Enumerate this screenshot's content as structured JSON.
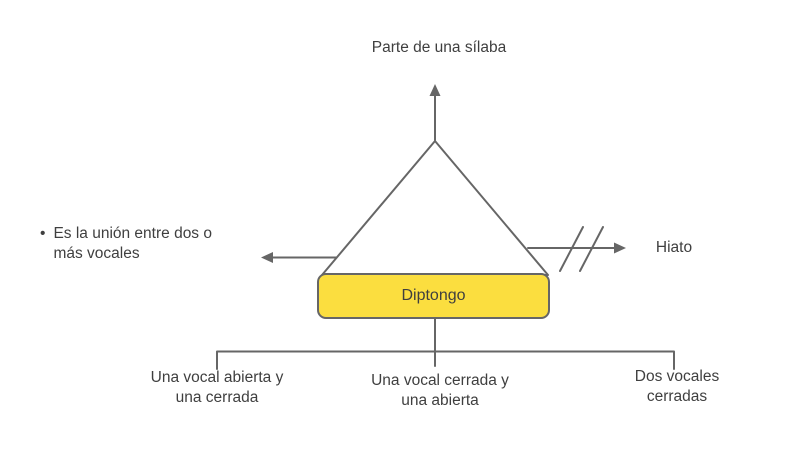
{
  "colors": {
    "line": "#666666",
    "box_fill": "#FBDE3F",
    "box_stroke": "#595959",
    "text": "#3F3F3F",
    "background": "#FFFFFF"
  },
  "diagram": {
    "top_label": "Parte de una síla­ba",
    "left_note": {
      "bullet": "•",
      "text": "Es la unión entre dos o\nmás vocales"
    },
    "right_label": "Hiato",
    "center_label": "Diptongo",
    "branches": [
      {
        "label": "Una vocal abierta y\nuna cerrada"
      },
      {
        "label": "Una vocal cerrada y\nuna abierta"
      },
      {
        "label": "Dos vocales cerradas"
      }
    ]
  }
}
